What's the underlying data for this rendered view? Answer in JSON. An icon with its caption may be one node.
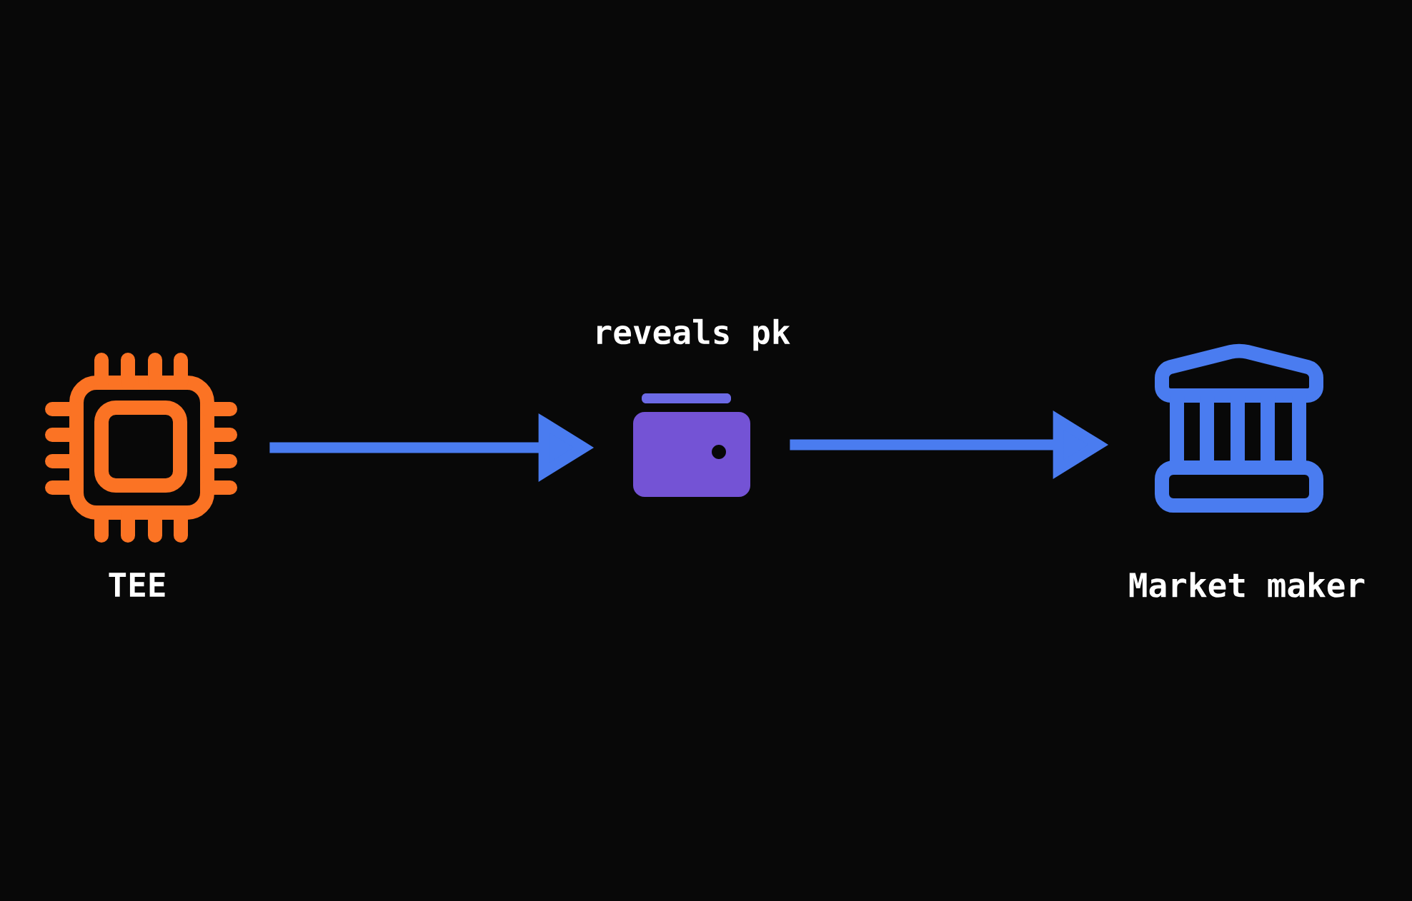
{
  "diagram": {
    "nodes": [
      {
        "text": [
          "TEE"
        ]
      },
      {
        "text": [
          "reveals pk"
        ]
      },
      {
        "text": [
          "Market maker"
        ]
      }
    ],
    "edges": [
      {
        "from": 0,
        "to": 1,
        "arrow": "to"
      },
      {
        "from": 1,
        "to": 2,
        "arrow": "to"
      }
    ]
  }
}
